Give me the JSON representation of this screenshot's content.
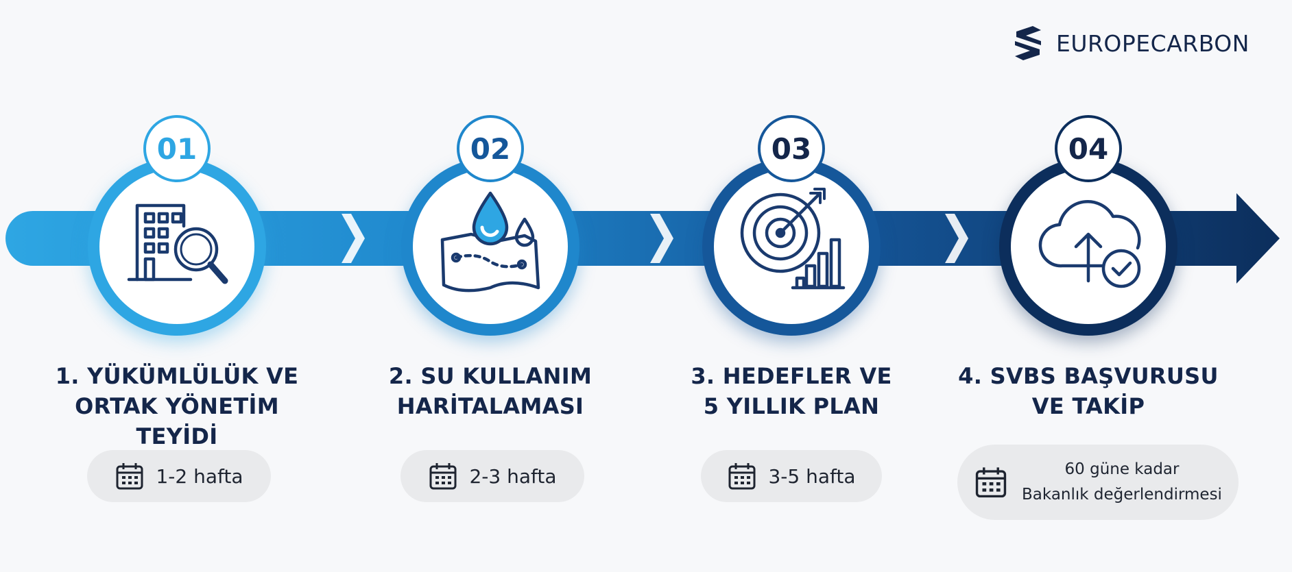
{
  "brand": {
    "name": "EUROPECARBON"
  },
  "colors": {
    "c1": "#2ea6e3",
    "c2": "#1f87cc",
    "c3": "#15579a",
    "c4": "#0c2e5c",
    "text": "#14264a",
    "pill": "#e9eaec"
  },
  "steps": [
    {
      "number": "01",
      "title_line1": "1. YÜKÜMLÜLÜK VE",
      "title_line2": "ORTAK YÖNETİM TEYİDİ",
      "duration": "1-2 hafta",
      "icon": "building-magnifier-icon"
    },
    {
      "number": "02",
      "title_line1": "2. SU KULLANIM",
      "title_line2": "HARİTALAMASI",
      "duration": "2-3 hafta",
      "icon": "water-map-icon"
    },
    {
      "number": "03",
      "title_line1": "3. HEDEFLER VE",
      "title_line2": "5 YILLIK PLAN",
      "duration": "3-5 hafta",
      "icon": "target-chart-icon"
    },
    {
      "number": "04",
      "title_line1": "4. SVBS BAŞVURUSU",
      "title_line2": "VE TAKİP",
      "duration_line1": "60 güne kadar",
      "duration_line2": "Bakanlık değerlendirmesi",
      "icon": "cloud-upload-check-icon"
    }
  ]
}
